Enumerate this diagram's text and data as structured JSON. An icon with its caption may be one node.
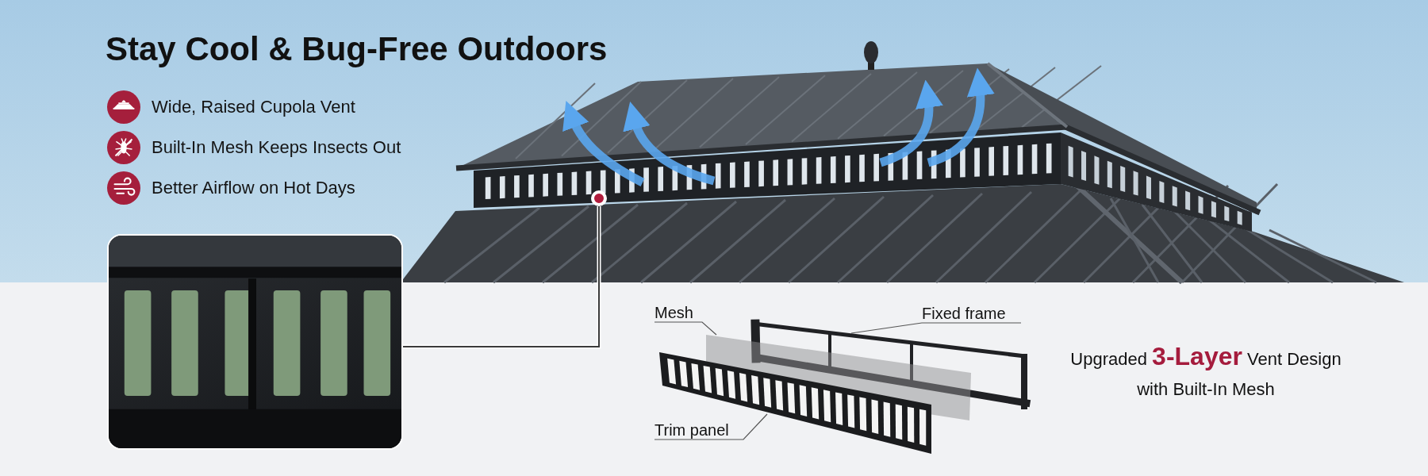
{
  "diagram": {
    "title": "Stay Cool & Bug-Free Outdoors",
    "nodes": [
      {
        "text": [],
        "shape": "picture"
      },
      {
        "text": [],
        "shape": "circle"
      },
      {
        "text": [
          "Mesh"
        ]
      },
      {
        "text": [],
        "shape": "picture"
      },
      {
        "text": [
          "Fixed frame"
        ]
      },
      {
        "text": [],
        "shape": "picture"
      },
      {
        "text": [
          "Trim panel"
        ]
      },
      {
        "text": [],
        "shape": "picture"
      }
    ],
    "edges": [
      {
        "from": 1,
        "to": 0,
        "arrow": "none"
      },
      {
        "from": 2,
        "to": 3,
        "arrow": "none"
      },
      {
        "from": 4,
        "to": 5,
        "arrow": "none"
      },
      {
        "from": 6,
        "to": 7,
        "arrow": "none"
      }
    ],
    "labels": [
      "Wide, Raised Cupola Vent",
      "Built-In Mesh Keeps Insects Out",
      "Better Airflow on Hot Days",
      "Upgraded **3-Layer** Vent Design with Built-In Mesh"
    ]
  }
}
